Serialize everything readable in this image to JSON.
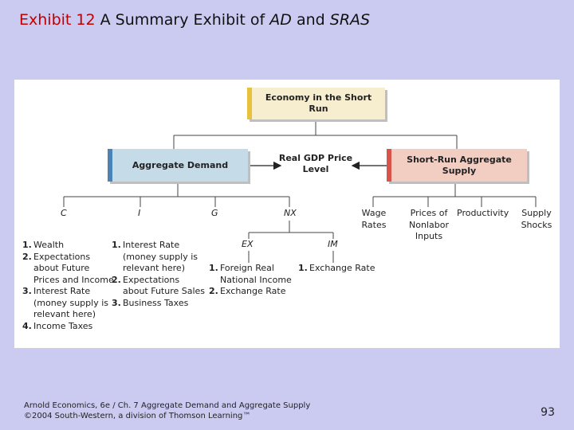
{
  "title": {
    "exhibit": "Exhibit 12",
    "prefix": "A Summary Exhibit of",
    "ad": "AD",
    "and": "and",
    "sras": "SRAS"
  },
  "diagram": {
    "economy_box": "Economy in the Short Run",
    "ad_box": "Aggregate Demand",
    "sras_box": "Short-Run Aggregate Supply",
    "center": "Real GDP Price Level",
    "ad_components": [
      "C",
      "I",
      "G",
      "NX"
    ],
    "nx_components": [
      "EX",
      "IM"
    ],
    "sras_components": [
      "Wage Rates",
      "Prices of Nonlabor Inputs",
      "Productivity",
      "Supply Shocks"
    ],
    "c_factors": [
      "Wealth",
      "Expectations about Future Prices and Income",
      "Interest Rate (money supply is relevant here)",
      "Income Taxes"
    ],
    "i_factors": [
      "Interest Rate (money supply is relevant here)",
      "Expectations about Future Sales",
      "Business Taxes"
    ],
    "ex_factors": [
      "Foreign Real National Income",
      "Exchange Rate"
    ],
    "im_factors": [
      "Exchange Rate"
    ],
    "colors": {
      "ad_accent": "#4b83b4",
      "sras_accent": "#d9534a",
      "econ_accent": "#e8c23c",
      "exhibit_number": "#c00000"
    }
  },
  "footer": {
    "line1": "Arnold Economics, 6e / Ch. 7 Aggregate Demand and Aggregate Supply",
    "line2": "©2004 South-Western, a division of Thomson Learning™",
    "page": "93"
  }
}
